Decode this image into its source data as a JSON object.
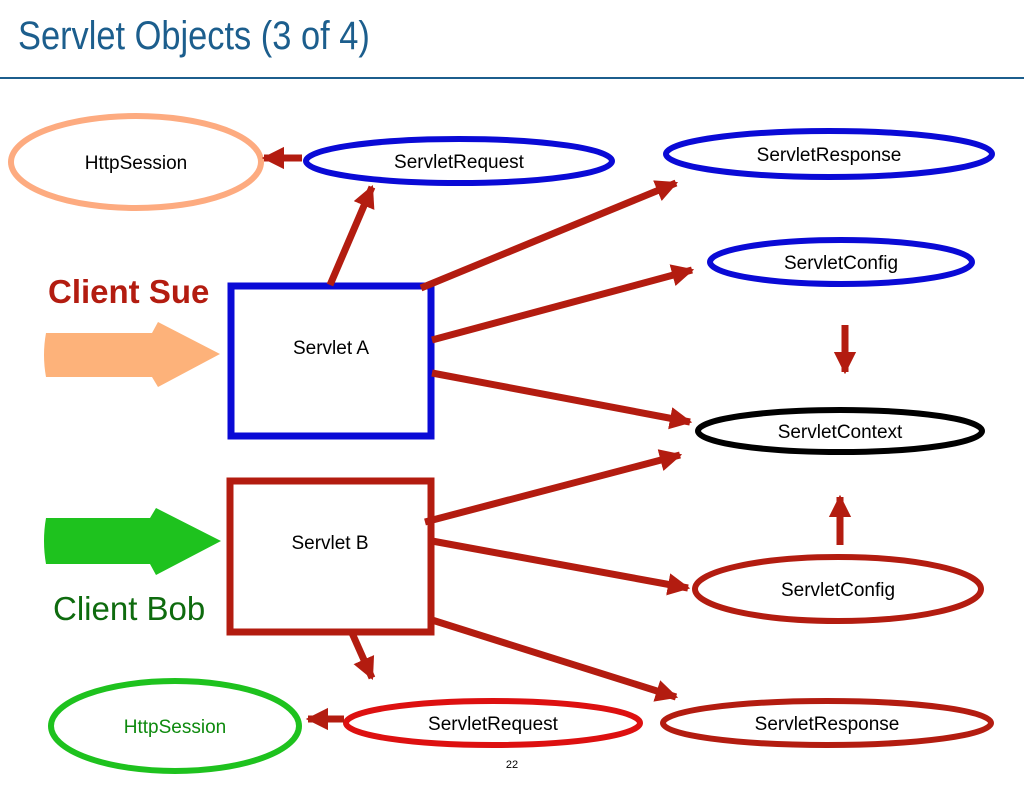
{
  "slide": {
    "title": "Servlet Objects (3 of 4)",
    "page_number": "22"
  },
  "clients": {
    "sue": {
      "label": "Client Sue",
      "color": "#b31c10",
      "arrow_color": "#fdb27a"
    },
    "bob": {
      "label": "Client Bob",
      "color": "#0e6b0e",
      "arrow_color": "#1ec21e"
    }
  },
  "servlets": {
    "a": {
      "label": "Servlet A",
      "border_color": "#0a0ad6"
    },
    "b": {
      "label": "Servlet B",
      "border_color": "#b31c10"
    }
  },
  "objects": {
    "sue_session": {
      "label": "HttpSession",
      "color": "#fdab80"
    },
    "sue_request": {
      "label": "ServletRequest",
      "color": "#0a0ad6"
    },
    "sue_response": {
      "label": "ServletResponse",
      "color": "#0a0ad6"
    },
    "a_config": {
      "label": "ServletConfig",
      "color": "#0a0ad6"
    },
    "context": {
      "label": "ServletContext",
      "color": "#000000"
    },
    "b_config": {
      "label": "ServletConfig",
      "color": "#b31c10"
    },
    "bob_session": {
      "label": "HttpSession",
      "color": "#1ec21e",
      "text_color": "#0e8a0e"
    },
    "bob_request": {
      "label": "ServletRequest",
      "color": "#dd1010"
    },
    "bob_response": {
      "label": "ServletResponse",
      "color": "#b31c10"
    }
  },
  "arrow_color": "#b31c10"
}
